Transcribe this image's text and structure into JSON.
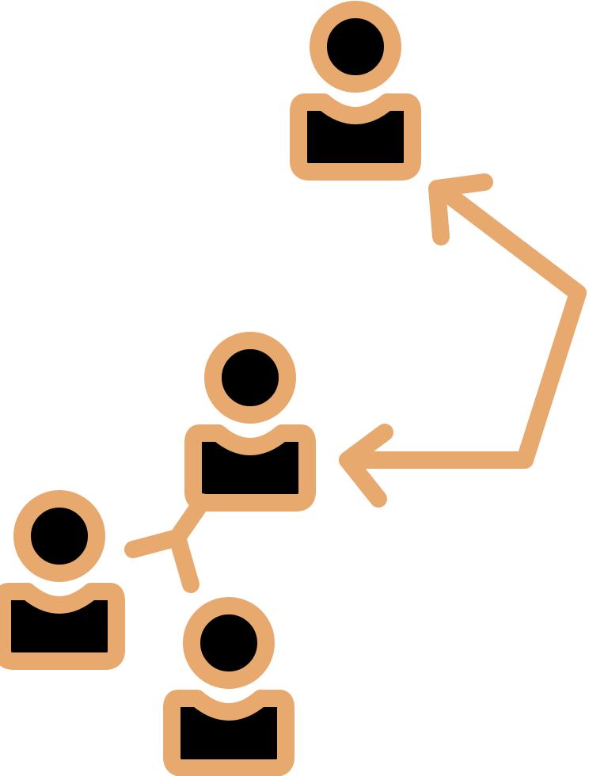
{
  "icon": {
    "name": "network-referral-icon",
    "colors": {
      "stroke": "#E8A96E",
      "fill": "#000000",
      "background": "#FFFFFF"
    },
    "people": [
      {
        "name": "person-top"
      },
      {
        "name": "person-middle"
      },
      {
        "name": "person-left"
      },
      {
        "name": "person-bottom"
      }
    ],
    "connectors": [
      {
        "name": "branch-connector"
      },
      {
        "name": "bent-arrow"
      }
    ]
  }
}
